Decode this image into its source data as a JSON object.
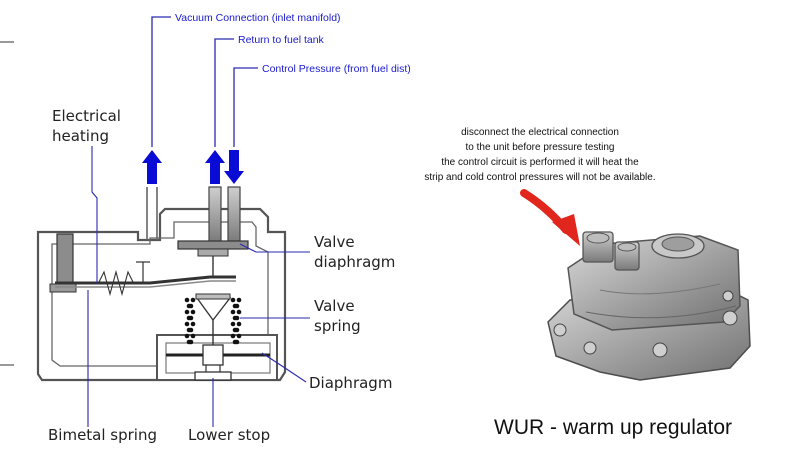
{
  "diagram": {
    "top_labels": {
      "vacuum": "Vacuum Connection (inlet manifold)",
      "return": "Return to fuel tank",
      "control": "Control Pressure (from fuel dist)"
    },
    "part_labels": {
      "electrical_heating": [
        "Electrical",
        "heating"
      ],
      "valve_diaphragm": [
        "Valve",
        "diaphragm"
      ],
      "valve_spring": [
        "Valve",
        "spring"
      ],
      "diaphragm": "Diaphragm",
      "bimetal_spring": "Bimetal spring",
      "lower_stop": "Lower stop"
    }
  },
  "note": {
    "lines": [
      "disconnect the electrical connection",
      "to the unit before pressure testing",
      "the control circuit is performed it will heat the",
      "strip and cold control pressures will not be available."
    ]
  },
  "caption": "WUR - warm up regulator",
  "colors": {
    "label_blue": "#1a1acc",
    "arrow_blue": "#0b0bd6",
    "leader": "#2a2ab0",
    "red_arrow": "#e0261d",
    "housing_outline": "#555555",
    "part_gray": "#8c8c8c"
  }
}
